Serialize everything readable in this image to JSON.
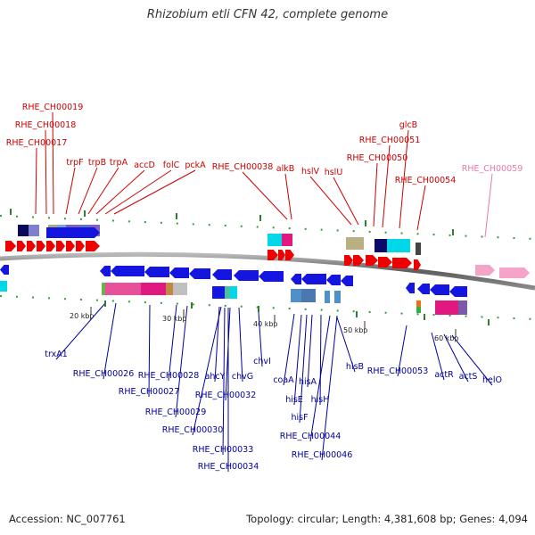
{
  "title": "Rhizobium etli CFN 42, complete genome",
  "accession": "Accession: NC_007761",
  "summary": "Topology: circular; Length: 4,381,608 bp; Genes: 4,094",
  "colors": {
    "top_labels": "#cc0000",
    "top_label_pink": "#e87aa8",
    "bottom_labels": "#000099",
    "red_genes": "#ee0000",
    "blue_genes": "#1515e0",
    "pink_genes": "#f5a3c7",
    "tick": "#2e7d32",
    "backbone": "#6e6e6e"
  },
  "top_labels": [
    "RHE_CH00019",
    "RHE_CH00018",
    "RHE_CH00017",
    "trpF",
    "trpB",
    "trpA",
    "accD",
    "folC",
    "pckA",
    "RHE_CH00038",
    "alkB",
    "hslV",
    "hslU",
    "glcB",
    "RHE_CH00051",
    "RHE_CH00050",
    "RHE_CH00054",
    "RHE_CH00059"
  ],
  "bottom_labels": [
    "trxA1",
    "RHE_CH00026",
    "RHE_CH00028",
    "RHE_CH00027",
    "RHE_CH00029",
    "RHE_CH00030",
    "ahcY",
    "chvG",
    "RHE_CH00032",
    "RHE_CH00033",
    "RHE_CH00034",
    "chvI",
    "coaA",
    "hisA",
    "hisE",
    "hisF",
    "hisH",
    "RHE_CH00044",
    "RHE_CH00046",
    "hisB",
    "RHE_CH00053",
    "actR",
    "actS",
    "helO"
  ],
  "scale_labels": [
    "20 kbp",
    "30 kbp",
    "40 kbp",
    "50 kbp",
    "60 kbp"
  ]
}
